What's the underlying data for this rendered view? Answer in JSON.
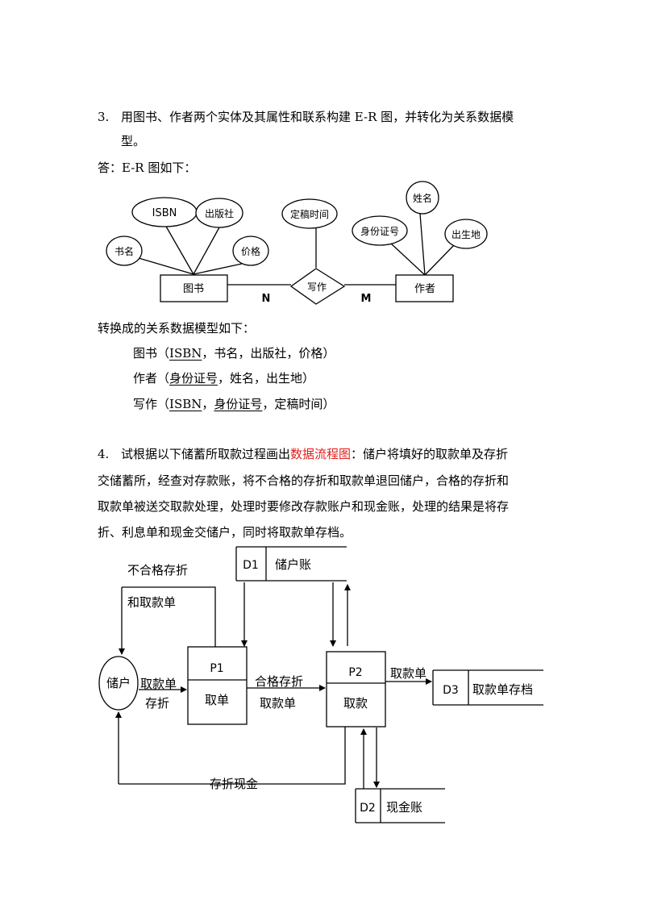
{
  "q3": {
    "number": "3.",
    "line1": "用图书、作者两个实体及其属性和联系构建 E-R 图，并转化为关系数据模",
    "line2": "型。",
    "answer": "答：E-R 图如下："
  },
  "er": {
    "entity_book": "图书",
    "entity_author": "作者",
    "relation": "写作",
    "card_n": "N",
    "card_m": "M",
    "attr_isbn": "ISBN",
    "attr_publisher": "出版社",
    "attr_title": "书名",
    "attr_price": "价格",
    "attr_date": "定稿时间",
    "attr_name": "姓名",
    "attr_id": "身份证号",
    "attr_birth": "出生地"
  },
  "relational": {
    "intro": "转换成的关系数据模型如下：",
    "book": {
      "open": "图书（",
      "key": "ISBN",
      "rest": "，书名，出版社，价格）"
    },
    "author": {
      "open": "作者（",
      "key": "身份证号",
      "rest": "，姓名，出生地）"
    },
    "write": {
      "open": "写作（",
      "key1": "ISBN",
      "sep": "，",
      "key2": "身份证号",
      "rest": "，定稿时间）"
    }
  },
  "q4": {
    "number": "4.",
    "line1_a": "试根据以下储蓄所取款过程画出",
    "line1_red": "数据流程图",
    "line1_b": "：储户将填好的取款单及存折",
    "line2": "交储蓄所，经查对存款账，将不合格的存折和取款单退回储户，合格的存折和",
    "line3": "取款单被送交取款处理，处理时要修改存款账户和现金账，处理的结果是将存",
    "line4": "折、利息单和现金交储户，同时将取款单存档。"
  },
  "dfd": {
    "reject_label1": "不合格存折",
    "reject_label2": "和取款单",
    "d1_id": "D1",
    "d1_name": "储户账",
    "customer": "储户",
    "in_label1": "取款单",
    "in_label2": "存折",
    "p1_id": "P1",
    "p1_name": "取单",
    "mid_label1": "合格存折",
    "mid_label2": "取款单",
    "p2_id": "P2",
    "p2_name": "取款",
    "out_label": "取款单",
    "d3_id": "D3",
    "d3_name": "取款单存档",
    "return_label": "存折现金",
    "d2_id": "D2",
    "d2_name": "现金账"
  }
}
